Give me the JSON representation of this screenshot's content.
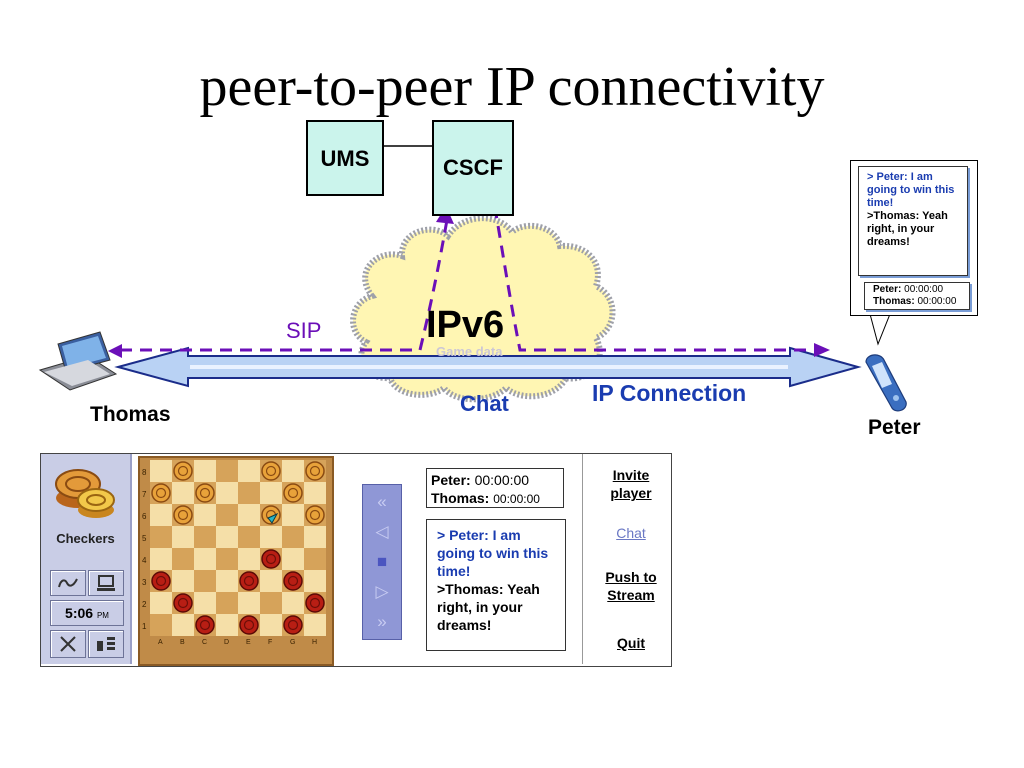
{
  "title": "peer-to-peer IP connectivity",
  "nodes": {
    "ums": "UMS",
    "cscf": "CSCF"
  },
  "labels": {
    "sip": "SIP",
    "ipv6": "IPv6",
    "game_data": "Game data",
    "chat": "Chat",
    "ip_connection": "IP Connection",
    "thomas": "Thomas",
    "peter": "Peter"
  },
  "colors": {
    "sip_line": "#6b0fb8",
    "connection": "#1a3cb0",
    "cloud": "#fff6b3",
    "node_fill": "#cbf4ec"
  },
  "phone_bubble": {
    "msg_line1": "> Peter: I am going to win this time!",
    "msg_line2": ">Thomas: Yeah right, in your dreams!",
    "peter_label": "Peter:",
    "peter_time": "00:00:00",
    "thomas_label": "Thomas:",
    "thomas_time": "00:00:00"
  },
  "game": {
    "app_name": "Checkers",
    "clock_time": "5:06",
    "clock_ampm": "PM",
    "board_rows": [
      "8",
      "7",
      "6",
      "5",
      "4",
      "3",
      "2",
      "1"
    ],
    "board_cols": [
      "A",
      "B",
      "C",
      "D",
      "E",
      "F",
      "G",
      "H"
    ],
    "peter_label": "Peter:",
    "peter_time": "00:00:00",
    "thomas_label": "Thomas:",
    "thomas_time": "00:00:00",
    "chat_line1": "> Peter: I am going to win this time!",
    "chat_line2": ">Thomas: Yeah right, in your dreams!",
    "menu": {
      "invite": "Invite player",
      "chat": "Chat",
      "push": "Push to Stream",
      "quit": "Quit"
    },
    "icons": [
      "checkers-logo-icon",
      "connect-icon",
      "computer-icon",
      "no-signal-icon",
      "battery-icon"
    ]
  }
}
